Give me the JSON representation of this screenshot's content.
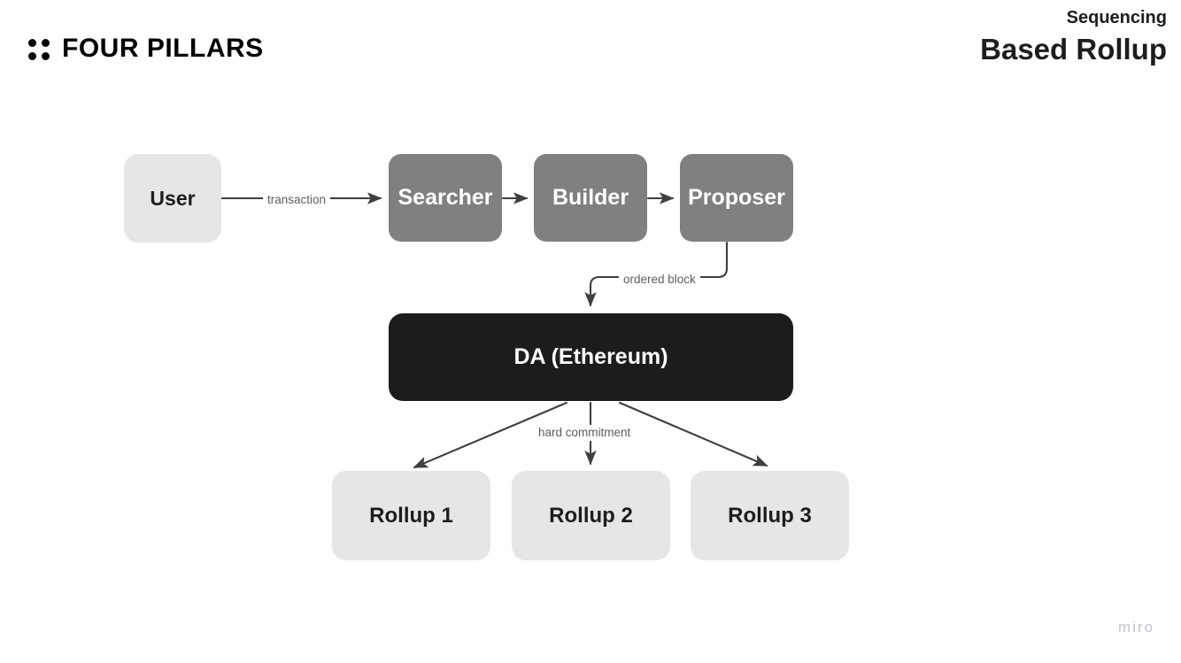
{
  "brand": {
    "name": "FOUR PILLARS",
    "mark": "four-dot-square"
  },
  "header": {
    "eyebrow": "Sequencing",
    "title": "Based Rollup"
  },
  "diagram": {
    "nodes": [
      {
        "id": "user",
        "label": "User",
        "style": "light"
      },
      {
        "id": "searcher",
        "label": "Searcher",
        "style": "mid"
      },
      {
        "id": "builder",
        "label": "Builder",
        "style": "mid"
      },
      {
        "id": "proposer",
        "label": "Proposer",
        "style": "mid"
      },
      {
        "id": "da",
        "label": "DA (Ethereum)",
        "style": "dark"
      },
      {
        "id": "rollup1",
        "label": "Rollup 1",
        "style": "light"
      },
      {
        "id": "rollup2",
        "label": "Rollup 2",
        "style": "light"
      },
      {
        "id": "rollup3",
        "label": "Rollup 3",
        "style": "light"
      }
    ],
    "edge_labels": {
      "transaction": "transaction",
      "ordered_block": "ordered block",
      "hard_commitment": "hard commitment"
    }
  },
  "watermark": "miro",
  "colors": {
    "background": "#ffffff",
    "node_light": "#e6e6e6",
    "node_mid": "#808080",
    "node_dark": "#1c1c1c",
    "text_dark": "#1d1d1d",
    "text_light": "#ffffff",
    "edge": "#3f3f3f",
    "edge_label": "#5e5e5e",
    "watermark": "#c3c3cc"
  }
}
